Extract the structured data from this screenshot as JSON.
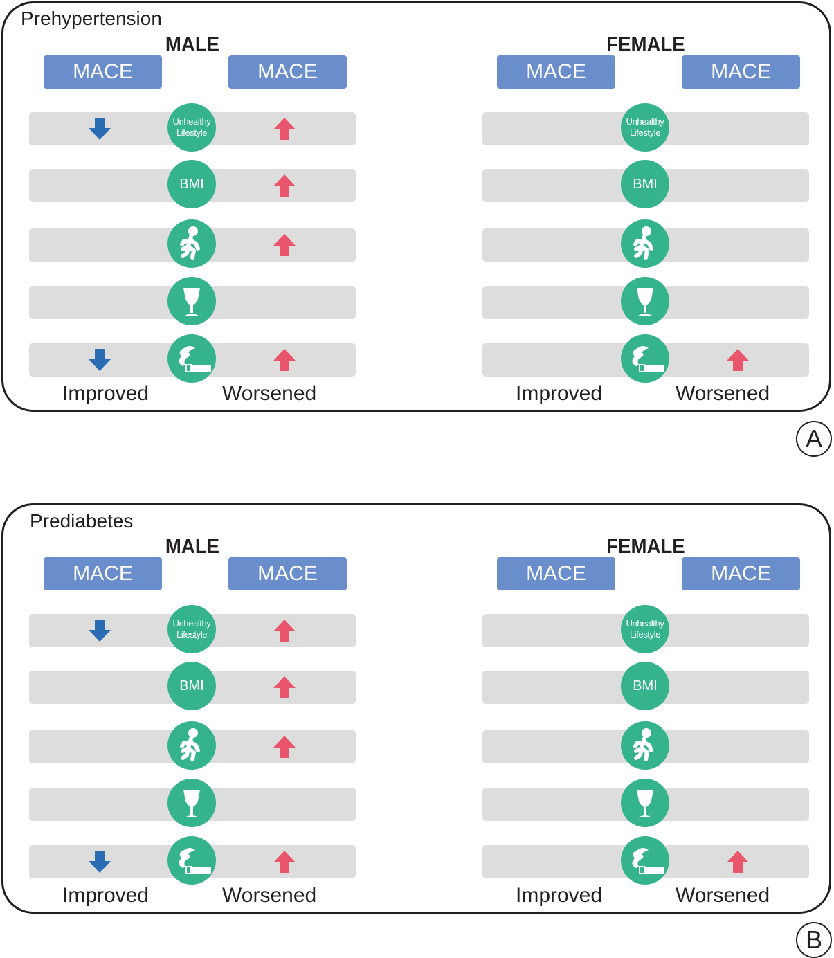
{
  "colors": {
    "mace_box": "#6a8ecb",
    "factor_circle": "#34b38c",
    "row_band": "#dddddd",
    "improved_arrow": "#2a6db5",
    "worsened_arrow": "#e9556b",
    "outline": "#231f20"
  },
  "panels": [
    {
      "label": "Prehypertension",
      "badge": "A",
      "groups": [
        {
          "title": "MALE",
          "mace_left": "MACE",
          "mace_right": "MACE",
          "improved_label": "Improved",
          "worsened_label": "Worsened",
          "rows": [
            {
              "factor": "Unhealthy Lifestyle",
              "improved": true,
              "worsened": true
            },
            {
              "factor": "BMI",
              "improved": false,
              "worsened": true
            },
            {
              "factor": "physical-activity-icon",
              "improved": false,
              "worsened": true
            },
            {
              "factor": "alcohol-glass-icon",
              "improved": false,
              "worsened": false
            },
            {
              "factor": "smoking-icon",
              "improved": true,
              "worsened": true
            }
          ]
        },
        {
          "title": "FEMALE",
          "mace_left": "MACE",
          "mace_right": "MACE",
          "improved_label": "Improved",
          "worsened_label": "Worsened",
          "rows": [
            {
              "factor": "Unhealthy Lifestyle",
              "improved": false,
              "worsened": false
            },
            {
              "factor": "BMI",
              "improved": false,
              "worsened": false
            },
            {
              "factor": "physical-activity-icon",
              "improved": false,
              "worsened": false
            },
            {
              "factor": "alcohol-glass-icon",
              "improved": false,
              "worsened": false
            },
            {
              "factor": "smoking-icon",
              "improved": false,
              "worsened": true
            }
          ]
        }
      ]
    },
    {
      "label": "Prediabetes",
      "badge": "B",
      "groups": [
        {
          "title": "MALE",
          "mace_left": "MACE",
          "mace_right": "MACE",
          "improved_label": "Improved",
          "worsened_label": "Worsened",
          "rows": [
            {
              "factor": "Unhealthy Lifestyle",
              "improved": true,
              "worsened": true
            },
            {
              "factor": "BMI",
              "improved": false,
              "worsened": true
            },
            {
              "factor": "physical-activity-icon",
              "improved": false,
              "worsened": true
            },
            {
              "factor": "alcohol-glass-icon",
              "improved": false,
              "worsened": false
            },
            {
              "factor": "smoking-icon",
              "improved": true,
              "worsened": true
            }
          ]
        },
        {
          "title": "FEMALE",
          "mace_left": "MACE",
          "mace_right": "MACE",
          "improved_label": "Improved",
          "worsened_label": "Worsened",
          "rows": [
            {
              "factor": "Unhealthy Lifestyle",
              "improved": false,
              "worsened": false
            },
            {
              "factor": "BMI",
              "improved": false,
              "worsened": false
            },
            {
              "factor": "physical-activity-icon",
              "improved": false,
              "worsened": false
            },
            {
              "factor": "alcohol-glass-icon",
              "improved": false,
              "worsened": false
            },
            {
              "factor": "smoking-icon",
              "improved": false,
              "worsened": true
            }
          ]
        }
      ]
    }
  ]
}
